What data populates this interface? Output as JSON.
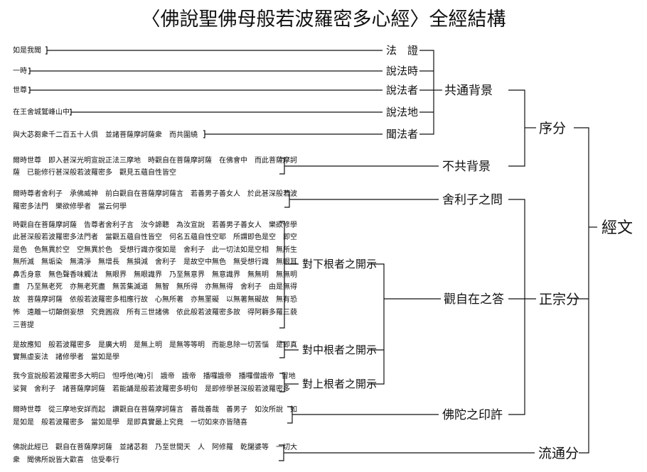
{
  "title": "〈佛說聖佛母般若波羅密多心經〉全經結構",
  "sources": {
    "rushi": "如是我聞",
    "yishi": "一時",
    "shizun": "世尊",
    "zaiwang": "在王舍城鷲峰山中",
    "yuda": "與大苾芻衆千二百五十人俱　並諸菩薩摩訶薩衆　而共圍繞",
    "bugong": [
      "爾時世尊　即入甚深光明宣說正法三摩地　時觀自在菩薩摩訶薩　在佛會中　而此菩薩摩訶",
      "薩　已能修行甚深般若波羅密多　觀見五蘊自性皆空"
    ],
    "shelizi": [
      "爾時尊者舍利子　承佛威神　前白觀自在菩薩摩訶薩言　若善男子善女人　於此甚深般若波",
      "羅密多法門　樂欲修學者　當云何學"
    ],
    "xiagen": [
      "時觀自在菩薩摩訶薩　告尊者舍利子言　汝今諦聽　為汝宣說　若善男子善女人　樂欲修學",
      "此甚深般若波羅密多法門者　當觀五蘊自性皆空　何名五蘊自性空耶　所謂即色是空　即空",
      "是色　色無異於空　空無異於色　受想行識亦復如是　舍利子　此一切法如是空相　無所生",
      "無所滅　無垢染　無清淨　無增長　無損減　舍利子　是故空中無色　無受想行識　無眼耳",
      "鼻舌身意　無色聲香味觸法　無眼界　無眼識界　乃至無意界　無意識界　無無明　無無明",
      "盡　乃至無老死　亦無老死盡　無苦集滅道　無智　無所得　亦無無得　舍利子　由是無得",
      "故　菩薩摩訶薩　依般若波羅密多相應行故　心無所著　亦無罣礙　以無著無礙故　無有恐",
      "怖　遠離一切顛倒妄想　究竟圓寂　所有三世諸佛　依此般若波羅密多故　得阿耨多羅三藐",
      "三菩提"
    ],
    "zhonggen": [
      "是故應知　般若波羅密多　是廣大明　是無上明　是無等等明　而能息除一切苦惱　是即真",
      "實無虛妄法　諸修學者　當如是學"
    ],
    "shanggen": [
      "我今宣說般若波羅密多大明曰　怛呼他(唵)引　誐帝　誐帝　播囉誐帝　播囉僧誐帝　冒地",
      "娑賀　舍利子　諸菩薩摩訶薩　若能誦是般若波羅密多明句　是即修學甚深般若波羅密多"
    ],
    "yinxu": [
      "爾時世尊　從三摩地安詳而起　讚觀自在菩薩摩訶薩言　善哉善哉　善男子　如汝所說　如",
      "是如是　般若波羅密多　當如是學　是即真實最上究竟　一切如來亦皆隨喜"
    ],
    "liutong": [
      "佛說此經已　觀自在菩薩摩訶薩　並諸苾芻　乃至世間天　人　阿修羅　乾闥婆等　一切大",
      "衆　聞佛所說皆大歡喜　信受奉行"
    ]
  },
  "labels": {
    "fazheng": "法　證",
    "shuofashi": "說法時",
    "shuofazhe": "說法者",
    "shuofadi": "說法地",
    "wenfazhe": "聞法者",
    "gongtong": "共通背景",
    "bugongbeijing": "不共背景",
    "shelizi_wen": "舍利子之問",
    "dui_xia": "對下根者之開示",
    "dui_zhong": "對中根者之開示",
    "dui_shang": "對上根者之開示",
    "guanzizai_da": "觀自在之答",
    "fotuo_yinxu": "佛陀之印許",
    "xufen": "序分",
    "zhengzongfen": "正宗分",
    "liutongfen": "流通分",
    "jingwen": "經文"
  }
}
